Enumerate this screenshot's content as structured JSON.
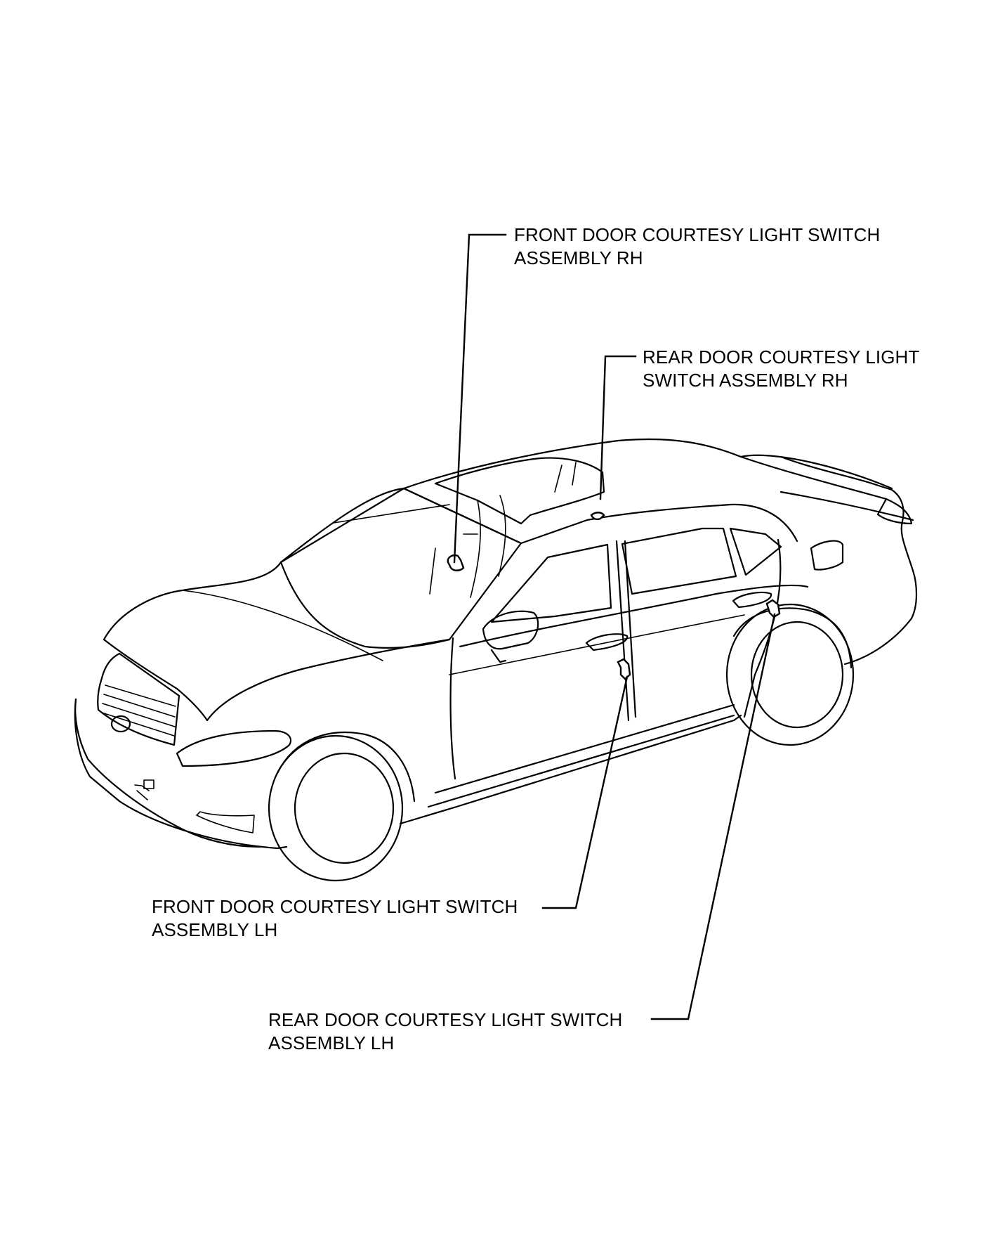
{
  "callouts": {
    "front_rh": {
      "line1": "FRONT DOOR COURTESY LIGHT SWITCH",
      "line2": "ASSEMBLY RH"
    },
    "rear_rh": {
      "line1": "REAR DOOR COURTESY LIGHT",
      "line2": "SWITCH ASSEMBLY RH"
    },
    "front_lh": {
      "line1": "FRONT DOOR COURTESY LIGHT SWITCH",
      "line2": "ASSEMBLY LH"
    },
    "rear_lh": {
      "line1": "REAR DOOR COURTESY LIGHT SWITCH",
      "line2": "ASSEMBLY LH"
    }
  },
  "colors": {
    "line": "#000000",
    "background": "#ffffff"
  }
}
